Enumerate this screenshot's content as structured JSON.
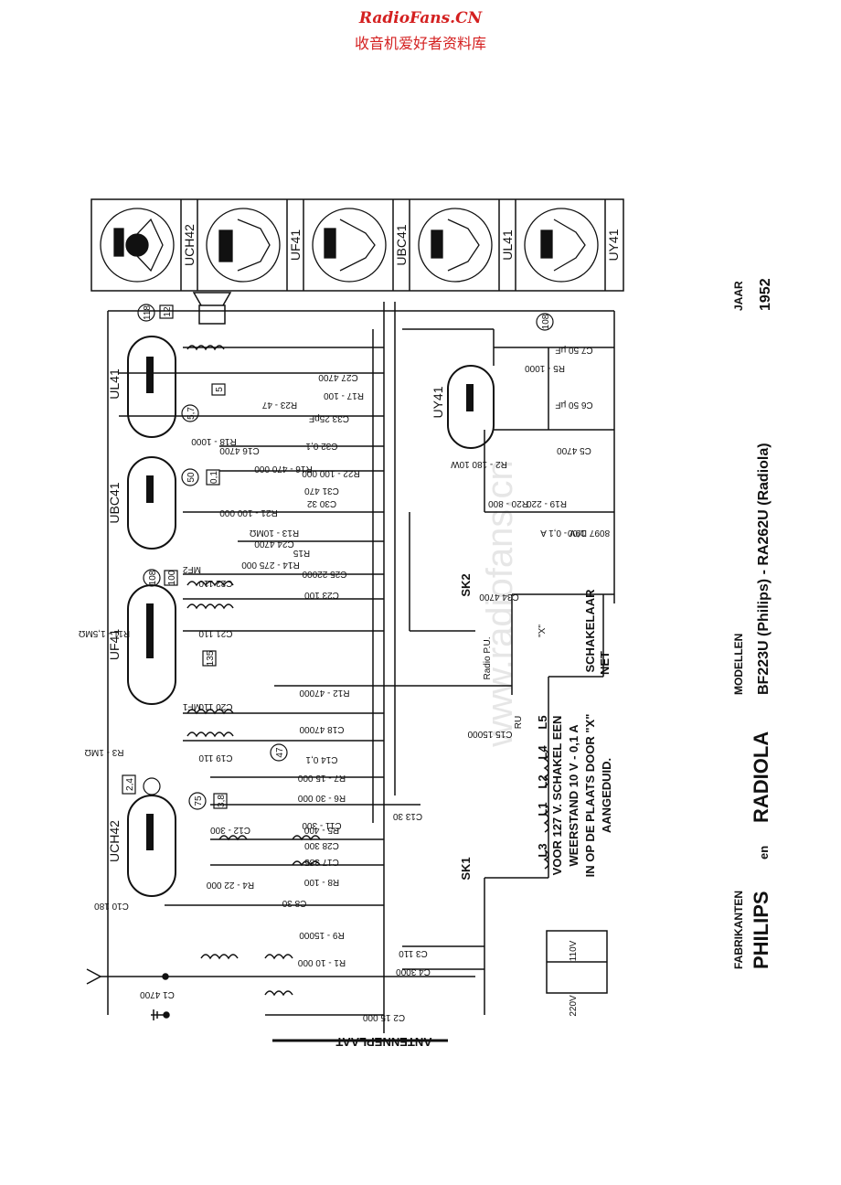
{
  "header": {
    "site": "RadioFans.CN",
    "library": "收音机爱好者资料库"
  },
  "watermark": "www.radiofans.cn",
  "title_block": {
    "fabrikanten": "FABRIKANTEN",
    "philips": "PHILIPS",
    "en": "en",
    "radiola": "RADIOLA",
    "modellen": "MODELLEN",
    "models": "BF223U (Philips) - RA262U (Radiola)",
    "jaar": "JAAR",
    "year": "1952"
  },
  "tubes": [
    "UCH42",
    "UF41",
    "UBC41",
    "UL41",
    "UY41"
  ],
  "socket_labels": [
    "UCH42",
    "UF41",
    "UBC41",
    "UL41",
    "UY41"
  ],
  "note": [
    "VOOR 127 V. SCHAKEL EEN",
    "WEERSTAND 10 V - 0,1 A",
    "IN OP DE PLAATS DOOR \"X\"",
    "AANGEDUID."
  ],
  "labels": {
    "antenna_plate": "ANTENNEPLAAT",
    "net": "NET",
    "switch": "SCHAKELAAR",
    "sk1": "SK1",
    "sk2": "SK2",
    "x_mark": "\"X\"",
    "v110": "110V",
    "v220": "220V",
    "radio_pu": "Radio P.U.",
    "ru": "RU",
    "coil_seq": [
      "L3",
      "L1",
      "L2",
      "L4",
      "L5"
    ]
  },
  "components": [
    "C27 4700",
    "R23 - 47",
    "C33 25pF",
    "R17 - 100",
    "R18 - 1000",
    "C16 4700",
    "C32 0,1",
    "R16 - 470 000",
    "R22 - 100 000",
    "C31 470",
    "C30 32",
    "R21 - 100 000",
    "R13 - 10MΩ",
    "C24 4700",
    "R15",
    "R14 - 275 000",
    "C25 22000",
    "C23 100",
    "C22 110",
    "C21 110",
    "R12 - 47000",
    "C18 47000",
    "C20 110",
    "C19 110",
    "C14 0,1",
    "R7 - 15 000",
    "R6 - 30 000",
    "C13 30",
    "C11 - 300",
    "C8 30",
    "C12 - 300",
    "R9 - 15000",
    "R5 - 400",
    "C28 300",
    "C17 385",
    "R8 - 100",
    "R4 - 22 000",
    "C10 180",
    "C1 4700",
    "R1 - 10 000",
    "C3 110",
    "C4 3000",
    "C2 15 000",
    "C15 15000",
    "C34 4700",
    "R2 - 180 10W",
    "R20 - 800",
    "R19 - 220",
    "C7 50 µF",
    "C6 50 µF",
    "R5 - 1000",
    "C5 4700",
    "8097 D/00",
    "19V - 0,1 A",
    "R11 - 1,5MΩ",
    "R3 - 1MΩ",
    "MF1",
    "MF2"
  ],
  "circled": [
    "118",
    "50",
    "108",
    "75",
    "47",
    "108"
  ],
  "boxed": [
    "12",
    "5,7",
    "5",
    "135",
    "3,8",
    "2,4",
    "100",
    "0,1"
  ]
}
